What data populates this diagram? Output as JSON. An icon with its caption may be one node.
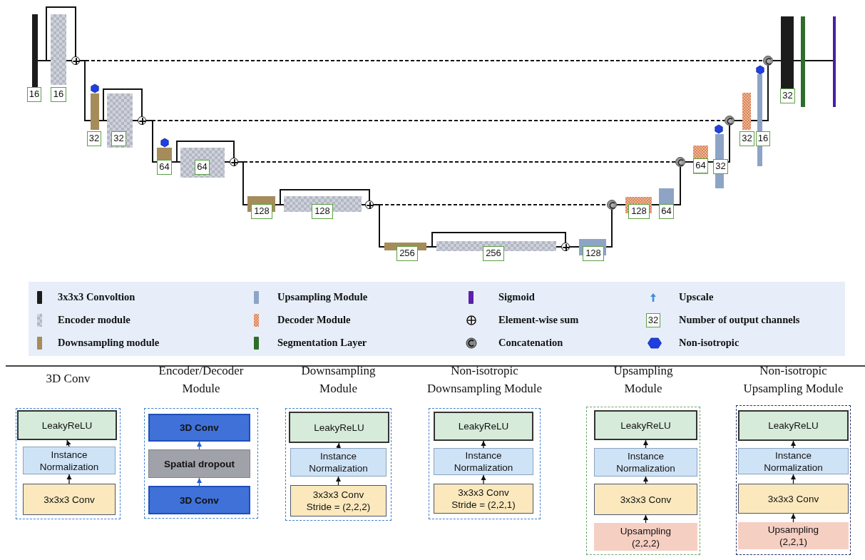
{
  "diagram": {
    "nodes": [
      {
        "text": [
          "16"
        ]
      },
      {
        "text": [
          "16"
        ]
      },
      {
        "text": [],
        "shape": "circle"
      },
      {
        "text": [
          "32"
        ]
      },
      {
        "text": [
          "32"
        ]
      },
      {
        "text": [],
        "shape": "circle"
      },
      {
        "text": [
          "64"
        ]
      },
      {
        "text": [
          "64"
        ]
      },
      {
        "text": [],
        "shape": "circle"
      },
      {
        "text": [
          "128"
        ]
      },
      {
        "text": [
          "128"
        ]
      },
      {
        "text": [],
        "shape": "circle"
      },
      {
        "text": [
          "256"
        ]
      },
      {
        "text": [
          "256"
        ]
      },
      {
        "text": [],
        "shape": "circle"
      },
      {
        "text": [
          "128"
        ]
      },
      {
        "text": [],
        "shape": "circle"
      },
      {
        "text": [
          "128"
        ]
      },
      {
        "text": [
          "64"
        ]
      },
      {
        "text": [],
        "shape": "circle"
      },
      {
        "text": [
          "64"
        ]
      },
      {
        "text": [
          "32"
        ]
      },
      {
        "text": [],
        "shape": "circle"
      },
      {
        "text": [
          "32"
        ]
      },
      {
        "text": [
          "16"
        ]
      },
      {
        "text": [],
        "shape": "circle"
      },
      {
        "text": [
          "32"
        ]
      },
      {
        "text": [],
        "shape": "bar"
      },
      {
        "text": [],
        "shape": "bar"
      },
      {
        "text": [
          "3D Conv"
        ]
      },
      {
        "text": [
          "LeakyReLU"
        ],
        "in": 29
      },
      {
        "text": [
          "Instance Normalization"
        ],
        "in": 29
      },
      {
        "text": [
          "3x3x3 Conv"
        ],
        "in": 29
      },
      {
        "text": [
          "Encoder/Decoder Module"
        ]
      },
      {
        "text": [
          "3D Conv"
        ],
        "in": 33
      },
      {
        "text": [
          "Spatial dropout"
        ],
        "in": 33
      },
      {
        "text": [
          "3D Conv"
        ],
        "in": 33
      },
      {
        "text": [
          "Downsampling Module"
        ]
      },
      {
        "text": [
          "LeakyReLU"
        ],
        "in": 37
      },
      {
        "text": [
          "Instance Normalization"
        ],
        "in": 37
      },
      {
        "text": [
          "3x3x3 Conv Stride = (2,2,2)"
        ],
        "in": 37
      },
      {
        "text": [
          "Non-isotropic Downsampling Module"
        ]
      },
      {
        "text": [
          "LeakyReLU"
        ],
        "in": 41
      },
      {
        "text": [
          "Instance Normalization"
        ],
        "in": 41
      },
      {
        "text": [
          "3x3x3 Conv Stride = (2,2,1)"
        ],
        "in": 41
      },
      {
        "text": [
          "Upsampling Module"
        ]
      },
      {
        "text": [
          "LeakyReLU"
        ],
        "in": 45
      },
      {
        "text": [
          "Instance Normalization"
        ],
        "in": 45
      },
      {
        "text": [
          "3x3x3 Conv"
        ],
        "in": 45
      },
      {
        "text": [
          "Upsampling (2,2,2)"
        ],
        "in": 45
      },
      {
        "text": [
          "Non-isotropic Upsampling Module"
        ]
      },
      {
        "text": [
          "LeakyReLU"
        ],
        "in": 50
      },
      {
        "text": [
          "Instance Normalization"
        ],
        "in": 50
      },
      {
        "text": [
          "3x3x3 Conv"
        ],
        "in": 50
      },
      {
        "text": [
          "Upsampling (2,2,1)"
        ],
        "in": 50
      }
    ],
    "edges": [
      {
        "from": 0,
        "to": 1,
        "arrow": "none"
      },
      {
        "from": 1,
        "to": 2,
        "arrow": "none"
      },
      {
        "from": 0,
        "to": 2,
        "arrow": "none"
      },
      {
        "from": 2,
        "to": 3,
        "arrow": "none"
      },
      {
        "from": 3,
        "to": 4,
        "arrow": "none"
      },
      {
        "from": 4,
        "to": 5,
        "arrow": "none"
      },
      {
        "from": 3,
        "to": 5,
        "arrow": "none"
      },
      {
        "from": 5,
        "to": 6,
        "arrow": "none"
      },
      {
        "from": 6,
        "to": 7,
        "arrow": "none"
      },
      {
        "from": 7,
        "to": 8,
        "arrow": "none"
      },
      {
        "from": 6,
        "to": 8,
        "arrow": "none"
      },
      {
        "from": 8,
        "to": 9,
        "arrow": "none"
      },
      {
        "from": 9,
        "to": 10,
        "arrow": "none"
      },
      {
        "from": 10,
        "to": 11,
        "arrow": "none"
      },
      {
        "from": 9,
        "to": 11,
        "arrow": "none"
      },
      {
        "from": 11,
        "to": 12,
        "arrow": "none"
      },
      {
        "from": 12,
        "to": 13,
        "arrow": "none"
      },
      {
        "from": 13,
        "to": 14,
        "arrow": "none"
      },
      {
        "from": 12,
        "to": 14,
        "arrow": "none"
      },
      {
        "from": 14,
        "to": 15,
        "arrow": "none"
      },
      {
        "from": 15,
        "to": 16,
        "arrow": "none"
      },
      {
        "from": 16,
        "to": 17,
        "arrow": "none"
      },
      {
        "from": 17,
        "to": 18,
        "arrow": "none"
      },
      {
        "from": 18,
        "to": 19,
        "arrow": "none"
      },
      {
        "from": 19,
        "to": 20,
        "arrow": "none"
      },
      {
        "from": 20,
        "to": 21,
        "arrow": "none"
      },
      {
        "from": 21,
        "to": 22,
        "arrow": "none"
      },
      {
        "from": 22,
        "to": 23,
        "arrow": "none"
      },
      {
        "from": 23,
        "to": 24,
        "arrow": "none"
      },
      {
        "from": 24,
        "to": 25,
        "arrow": "none"
      },
      {
        "from": 25,
        "to": 26,
        "arrow": "none"
      },
      {
        "from": 26,
        "to": 27,
        "arrow": "none"
      },
      {
        "from": 27,
        "to": 28,
        "arrow": "none"
      },
      {
        "from": 2,
        "to": 25,
        "arrow": "none",
        "style": "dashed"
      },
      {
        "from": 5,
        "to": 22,
        "arrow": "none",
        "style": "dashed"
      },
      {
        "from": 8,
        "to": 19,
        "arrow": "none",
        "style": "dashed"
      },
      {
        "from": 11,
        "to": 16,
        "arrow": "none",
        "style": "dashed"
      },
      {
        "from": 32,
        "to": 31,
        "arrow": "to"
      },
      {
        "from": 31,
        "to": 30,
        "arrow": "to"
      },
      {
        "from": 36,
        "to": 35,
        "arrow": "to",
        "color": "#1f5fd6"
      },
      {
        "from": 35,
        "to": 34,
        "arrow": "to",
        "color": "#1f5fd6"
      },
      {
        "from": 40,
        "to": 39,
        "arrow": "to"
      },
      {
        "from": 39,
        "to": 38,
        "arrow": "to"
      },
      {
        "from": 44,
        "to": 43,
        "arrow": "to"
      },
      {
        "from": 43,
        "to": 42,
        "arrow": "to"
      },
      {
        "from": 49,
        "to": 48,
        "arrow": "to"
      },
      {
        "from": 48,
        "to": 47,
        "arrow": "to"
      },
      {
        "from": 47,
        "to": 46,
        "arrow": "to"
      },
      {
        "from": 54,
        "to": 53,
        "arrow": "to"
      },
      {
        "from": 53,
        "to": 52,
        "arrow": "to"
      },
      {
        "from": 52,
        "to": 51,
        "arrow": "to"
      }
    ],
    "labels": [
      "32"
    ],
    "legend": [
      {
        "text": "3x3x3 Convoltion",
        "color": "#1c1c1c"
      },
      {
        "text": "Upsampling Module",
        "color": "#8ea4c6"
      },
      {
        "text": "Sigmoid",
        "color": "#5b21a6"
      },
      {
        "text": "Upscale"
      },
      {
        "text": "Encoder module"
      },
      {
        "text": "Decoder Module"
      },
      {
        "text": "Element-wise sum"
      },
      {
        "text": "Number of output channels"
      },
      {
        "text": "Downsampling module",
        "color": "#a68b5b"
      },
      {
        "text": "Segmentation Layer",
        "color": "#2d6e2a"
      },
      {
        "text": "Concatenation"
      },
      {
        "text": "Non-isotropic"
      }
    ]
  }
}
